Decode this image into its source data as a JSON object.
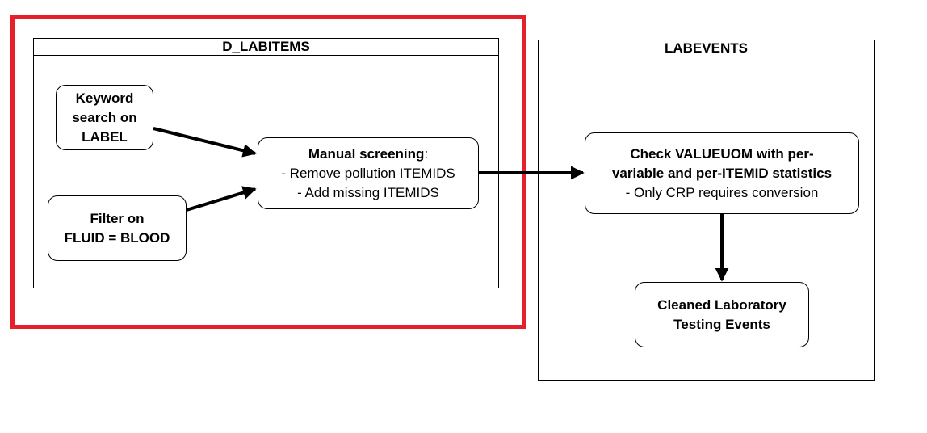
{
  "containers": {
    "left": {
      "title": "D_LABITEMS"
    },
    "right": {
      "title": "LABEVENTS"
    }
  },
  "nodes": {
    "keyword": {
      "line1": "Keyword",
      "line2": "search on",
      "line3": "LABEL"
    },
    "filter": {
      "line1": "Filter on",
      "line2": "FLUID = BLOOD"
    },
    "manual": {
      "heading": "Manual screening",
      "colon": ":",
      "line2": "- Remove pollution ITEMIDS",
      "line3": "- Add missing ITEMIDS"
    },
    "check": {
      "line1": "Check VALUEUOM with per-",
      "line2": "variable and per-ITEMID statistics",
      "line3": "- Only CRP requires conversion"
    },
    "cleaned": {
      "line1": "Cleaned Laboratory",
      "line2": "Testing Events"
    }
  },
  "colors": {
    "highlight": "#e5202a",
    "stroke": "#000000"
  }
}
